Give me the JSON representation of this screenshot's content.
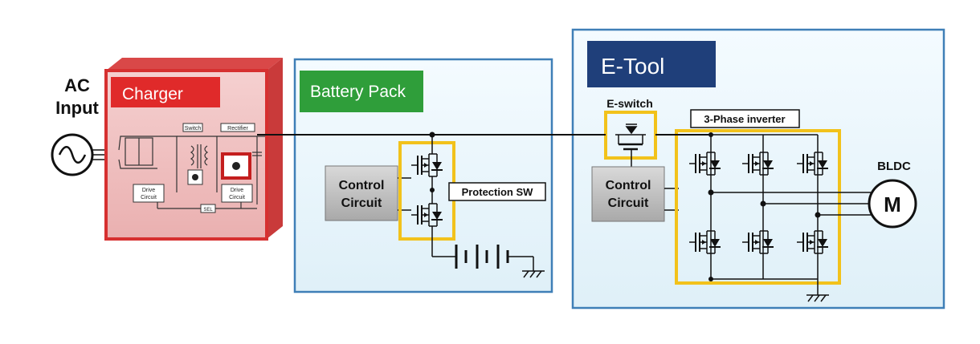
{
  "ac_input": {
    "line1": "AC",
    "line2": "Input"
  },
  "charger": {
    "title": "Charger",
    "switch_label": "Switch",
    "rectifier_label": "Rectifier",
    "drive_circuit_left_1": "Drive",
    "drive_circuit_left_2": "Circuit",
    "drive_circuit_right_1": "Drive",
    "drive_circuit_right_2": "Circuit",
    "isolation_label": "SEL"
  },
  "battery_pack": {
    "title": "Battery Pack",
    "control_line1": "Control",
    "control_line2": "Circuit",
    "protection_label": "Protection SW"
  },
  "etool": {
    "title": "E-Tool",
    "eswitch_label": "E-switch",
    "control_line1": "Control",
    "control_line2": "Circuit",
    "inverter_label": "3-Phase inverter",
    "motor_type": "BLDC",
    "motor_symbol": "M"
  },
  "colors": {
    "charger_red": "#e02a2a",
    "battery_green": "#2f9e3a",
    "etool_navy": "#1f3f7a",
    "highlight_yellow": "#f2c21b",
    "panel_blue_border": "#3f7fb7",
    "panel_blue_fill": "#e9f5fb"
  }
}
